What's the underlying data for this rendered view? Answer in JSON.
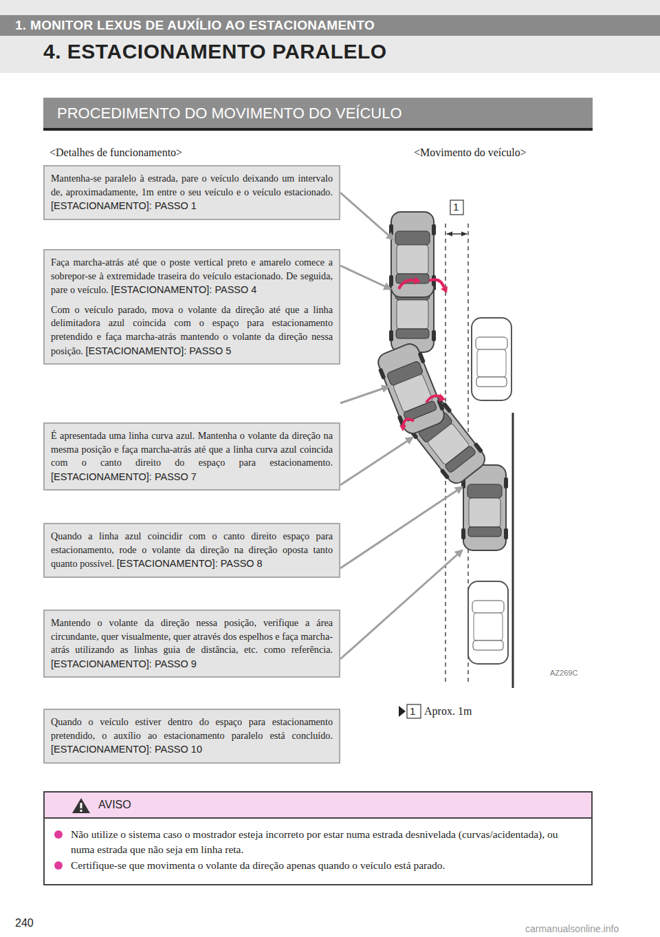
{
  "diagram": {
    "title": "4. ESTACIONAMENTO PARALELO",
    "nodes": [
      {
        "text": [
          "1. MONITOR LEXUS DE AUXÍLIO AO ESTACIONAMENTO"
        ]
      },
      {
        "text": [
          "PROCEDIMENTO DO MOVIMENTO DO VEÍCULO"
        ]
      },
      {
        "text": [
          "Mantenha-se paralelo à estrada, pare o veículo deixando um intervalo de, aproximadamente, 1m entre o seu veículo e o veículo estacionado.",
          "[ESTACIONAMENTO]: PASSO 1"
        ]
      },
      {
        "text": [
          "Faça marcha-atrás até que o poste vertical preto e amarelo comece a sobrepor-se à extremidade traseira do veículo estacionado. De seguida, pare o veículo.",
          "[ESTACIONAMENTO]: PASSO 4",
          "Com o veículo parado, mova o volante da direção até que a linha delimitadora azul coincida com o espaço para estacionamento pretendido e faça marcha-atrás mantendo o volante da direção nessa posição.",
          "[ESTACIONAMENTO]: PASSO 5"
        ]
      },
      {
        "text": [
          "É apresentada uma linha curva azul. Mantenha o volante da direção na mesma posição e faça marcha-atrás até que a linha curva azul coincida com o canto direito do espaço para estacionamento.",
          "[ESTACIONAMENTO]: PASSO 7"
        ]
      },
      {
        "text": [
          "Quando a linha azul coincidir com o canto direito espaço para estacionamento, rode o volante da direção na direção oposta tanto quanto possível.",
          "[ESTACIONAMENTO]: PASSO 8"
        ]
      },
      {
        "text": [
          "Mantendo o volante da direção nessa posição, verifique a área circundante, quer visualmente, quer através dos espelhos e faça marcha-atrás utilizando as linhas guia de distância, etc. como referência.",
          "[ESTACIONAMENTO]: PASSO 9"
        ]
      },
      {
        "text": [
          "Quando o veículo estiver dentro do espaço para estacionamento pretendido, o auxílio ao estacionamento paralelo está concluído.",
          "[ESTACIONAMENTO]: PASSO 10"
        ]
      },
      {
        "text": [
          "AVISO",
          "Não utilize o sistema caso o mostrador esteja incorreto por estar numa estrada desnivelada (curvas/acidentada), ou numa estrada que não seja em linha reta.",
          "Certifique-se que movimenta o volante da direção apenas quando o veículo está parado."
        ]
      }
    ],
    "labels": [
      "<Detalhes de funcionamento>",
      "<Movimento do veículo>",
      "1",
      "1",
      "Aprox. 1m",
      "AZ269C",
      "240",
      "carmanualsonline.info"
    ]
  }
}
